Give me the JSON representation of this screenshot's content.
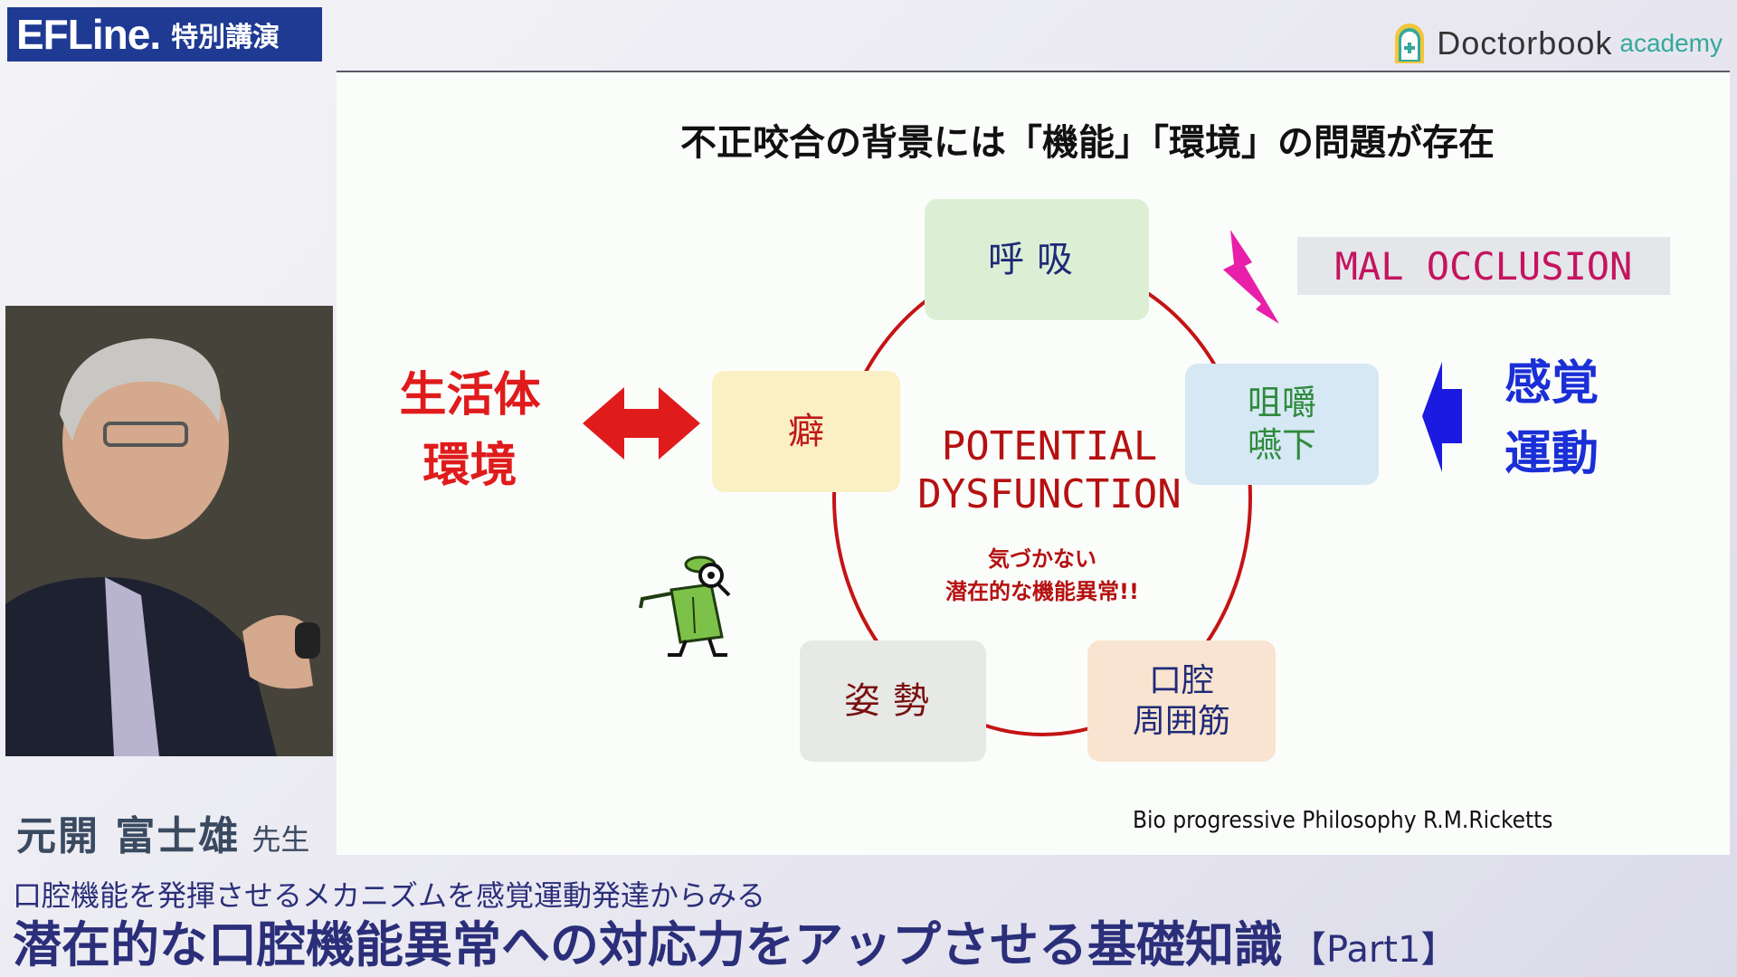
{
  "header": {
    "brand_logo": "EFLine.",
    "brand_sub": "特別講演",
    "partner_name": "Doctorbook",
    "partner_sub": "academy"
  },
  "slide": {
    "title": "不正咬合の背景には「機能」「環境」の問題が存在",
    "nodes": {
      "kokyu": "呼吸",
      "soshaku_1": "咀嚼",
      "soshaku_2": "嚥下",
      "kuse": "癖",
      "shisei": "姿勢",
      "koku_1": "口腔",
      "koku_2": "周囲筋"
    },
    "center_1": "POTENTIAL",
    "center_2": "DYSFUNCTION",
    "note_1": "気づかない",
    "note_2": "潜在的な機能異常!!",
    "malocclusion": "MAL OCCLUSION",
    "left_1": "生活体",
    "left_2": "環境",
    "right_1": "感覚",
    "right_2": "運動",
    "credit": "Bio progressive Philosophy  R.M.Ricketts",
    "colors": {
      "ring": "#c41414",
      "left_arrow": "#e01b1b",
      "right_arrow": "#1a1ae0",
      "mal_arrow": "#e81fa8"
    }
  },
  "speaker": {
    "name": "元開 富士雄",
    "title": "先生"
  },
  "lecture": {
    "subtitle": "口腔機能を発揮させるメカニズムを感覚運動発達からみる",
    "title": "潜在的な口腔機能異常への対応力をアップさせる基礎知識",
    "part": "【Part1】"
  }
}
